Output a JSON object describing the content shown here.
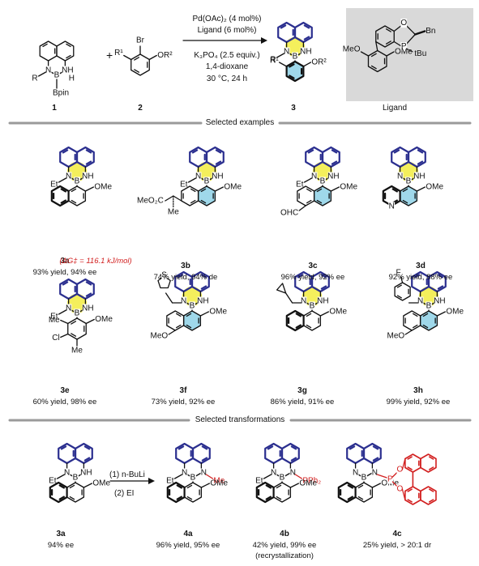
{
  "scheme": {
    "compound_labels": [
      "1",
      "2",
      "3"
    ],
    "reagent_plus": "+",
    "conditions": [
      "Pd(OAc)₂ (4 mol%)",
      "Ligand (6 mol%)",
      "K₃PO₄ (2.5 equiv.)",
      "1,4-dioxane",
      "30 °C, 24 h"
    ],
    "ligand_label": "Ligand",
    "atoms": {
      "N": "N",
      "B": "B",
      "NH": "NH",
      "H": "H",
      "R": "R",
      "R1": "R¹",
      "Br": "Br",
      "OR2": "OR²",
      "Bpin": "Bpin",
      "O": "O",
      "P": "P",
      "Bn": "Bn",
      "tBu": "tBu",
      "OMe": "OMe",
      "Et": "Et",
      "MeO": "MeO",
      "OHC": "OHC",
      "Me": "Me",
      "Cl": "Cl",
      "F": "F",
      "S": "S",
      "MeO2C": "MeO₂C",
      "PPh2": "PPh₂"
    }
  },
  "sections": {
    "examples_title": "Selected examples",
    "transformations_title": "Selected transformations"
  },
  "examples": [
    {
      "id": "3a",
      "note": "(ΔG‡ = 116.1 kJ/mol)",
      "yield": "93% yield, 94% ee"
    },
    {
      "id": "3b",
      "yield": "74% yield, 94% de"
    },
    {
      "id": "3c",
      "yield": "96% yield, 92% ee"
    },
    {
      "id": "3d",
      "yield": "92% yield, 88% ee"
    },
    {
      "id": "3e",
      "yield": "60% yield, 98% ee"
    },
    {
      "id": "3f",
      "yield": "73% yield, 92% ee"
    },
    {
      "id": "3g",
      "yield": "86% yield, 91% ee"
    },
    {
      "id": "3h",
      "yield": "99% yield, 92% ee"
    }
  ],
  "transformations": {
    "start": {
      "id": "3a",
      "ee": "94% ee"
    },
    "reagents": [
      "(1) n-BuLi",
      "(2) EI"
    ],
    "products": [
      {
        "id": "4a",
        "yield": "96% yield, 95% ee"
      },
      {
        "id": "4b",
        "yield": "42% yield, 99% ee",
        "note": "(recrystallization)"
      },
      {
        "id": "4c",
        "yield": "25% yield, > 20:1 dr"
      }
    ]
  },
  "colors": {
    "bond": "#111111",
    "highlight_bond": "#2b2f8f",
    "yellow_ring": "#f4ef5c",
    "blue_ring": "#9fd8ea",
    "red": "#d21f1f",
    "divider": "#9a9a9a",
    "ligand_box": "#d9d9d9"
  }
}
